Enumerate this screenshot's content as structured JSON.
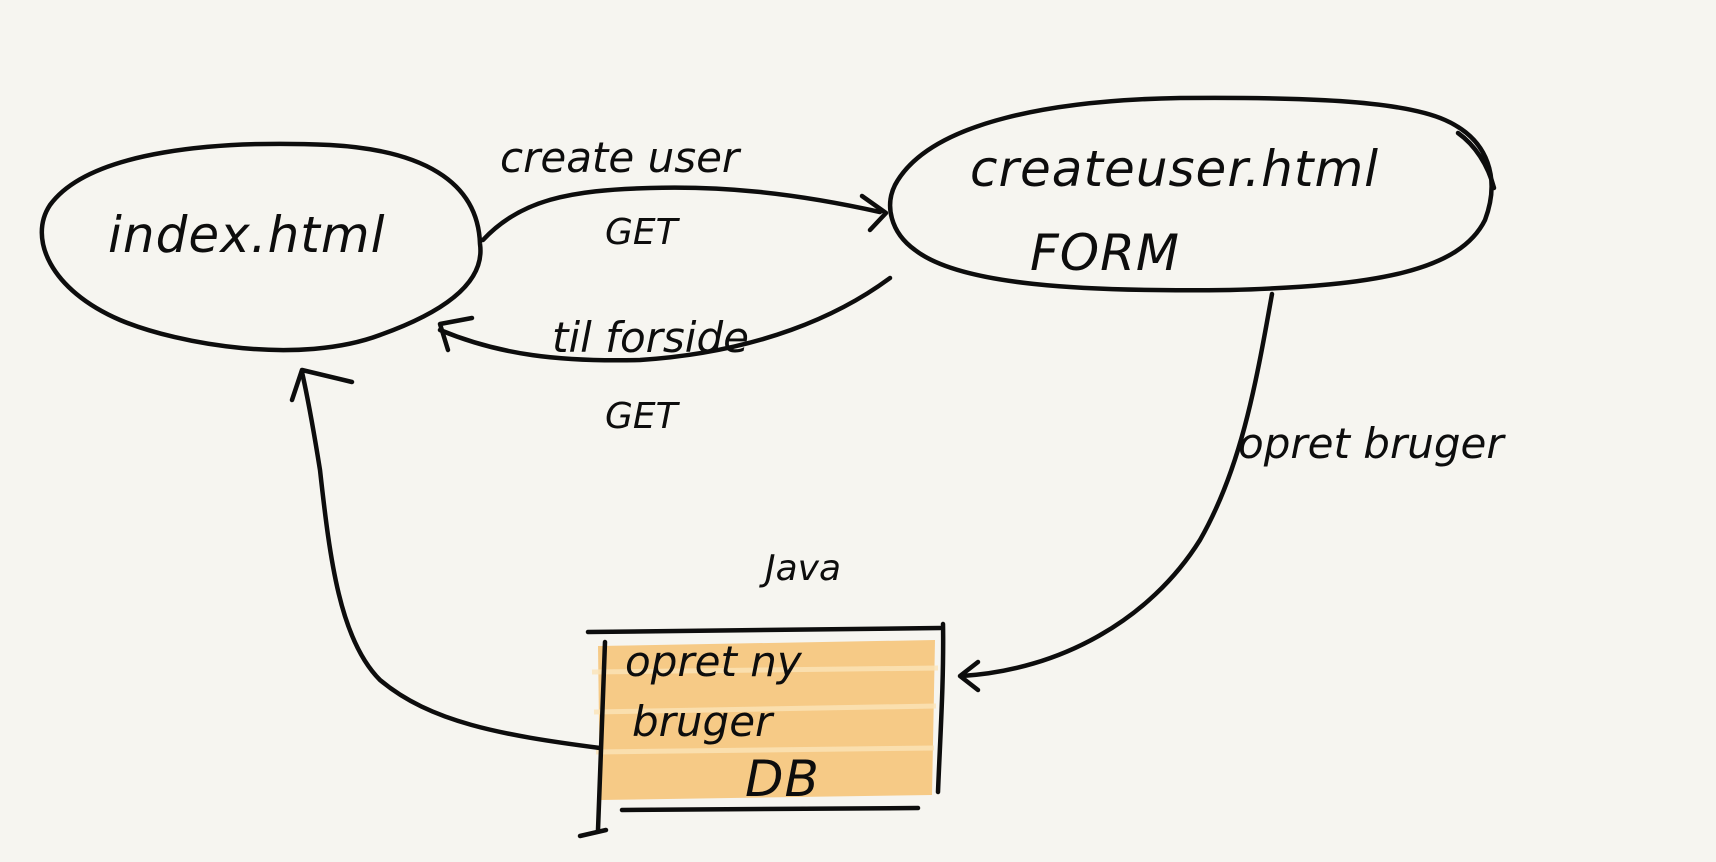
{
  "colors": {
    "background": "#f6f5f0",
    "ink": "#0d0d0d",
    "highlight": "#f5c57d"
  },
  "nodes": {
    "index": {
      "label": "index.html"
    },
    "createuser": {
      "label": "createuser.html",
      "sublabel": "FORM"
    },
    "java": {
      "label": "Java",
      "line1": "opret ny",
      "line2": "bruger",
      "line3": "DB"
    }
  },
  "edges": {
    "create_user": {
      "label": "create user",
      "method": "GET"
    },
    "til_forside": {
      "label": "til forside",
      "method": "GET"
    },
    "opret_bruger": {
      "label": "opret bruger"
    }
  }
}
